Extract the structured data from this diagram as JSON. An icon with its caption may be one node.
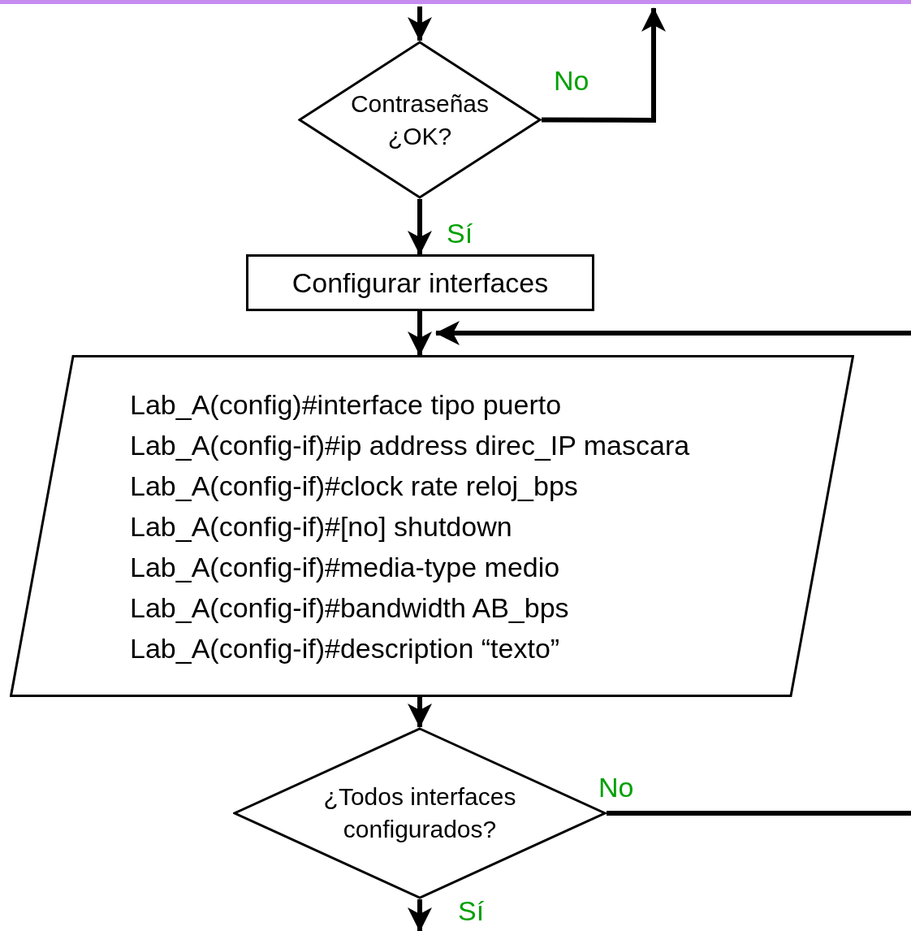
{
  "diagram": {
    "nodes": [
      {
        "text": [
          "Contraseñas ¿OK?"
        ]
      },
      {
        "text": [
          "Configurar interfaces"
        ]
      },
      {
        "text": [
          "Lab_A(config)#interface tipo puerto",
          "Lab_A(config-if)#ip address direc_IP mascara",
          "Lab_A(config-if)#clock rate reloj_bps",
          "Lab_A(config-if)#[no] shutdown",
          "Lab_A(config-if)#media-type medio",
          "Lab_A(config-if)#bandwidth AB_bps",
          "Lab_A(config-if)#description “texto”"
        ]
      },
      {
        "text": [
          "¿Todos interfaces configurados?"
        ]
      }
    ],
    "edges": [
      {
        "from": null,
        "to": 0,
        "arrow": "to"
      },
      {
        "from": 0,
        "to": null,
        "arrow": "to",
        "label": "No"
      },
      {
        "from": 0,
        "to": 1,
        "arrow": "to",
        "label": "Sí"
      },
      {
        "from": 1,
        "to": 2,
        "arrow": "to"
      },
      {
        "from": null,
        "to": 2,
        "arrow": "to"
      },
      {
        "from": 2,
        "to": 3,
        "arrow": "to"
      },
      {
        "from": 3,
        "to": null,
        "arrow": "none",
        "label": "No"
      },
      {
        "from": 3,
        "to": null,
        "arrow": "to",
        "label": "Sí"
      }
    ]
  }
}
